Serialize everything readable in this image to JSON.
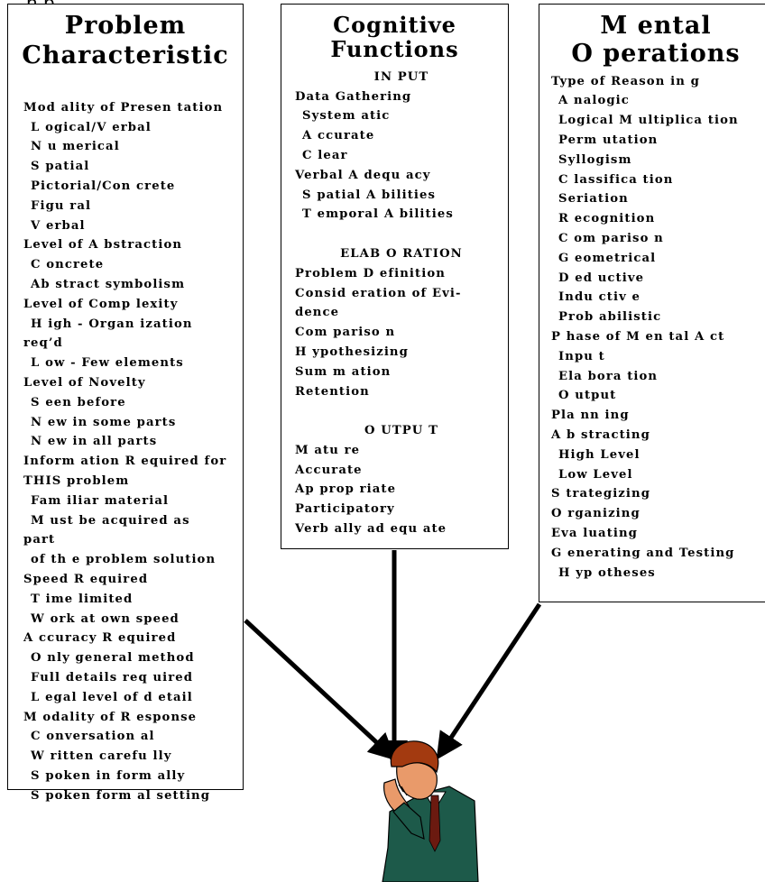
{
  "top_label": "n.p",
  "columns": [
    {
      "title_line1": "Problem",
      "title_line2": "Characteristic",
      "items": [
        {
          "t": "Mod ality of Presen tation",
          "lvl": 0
        },
        {
          "t": "L ogical/V erbal",
          "lvl": 1
        },
        {
          "t": "N u merical",
          "lvl": 1
        },
        {
          "t": "S patial",
          "lvl": 1
        },
        {
          "t": "Pictorial/Con crete",
          "lvl": 1
        },
        {
          "t": "Figu ral",
          "lvl": 1
        },
        {
          "t": "V erbal",
          "lvl": 1
        },
        {
          "t": "Level of A bstraction",
          "lvl": 0
        },
        {
          "t": "C oncrete",
          "lvl": 1
        },
        {
          "t": "Ab stract symbolism",
          "lvl": 1
        },
        {
          "t": "Level of Comp lexity",
          "lvl": 0
        },
        {
          "t": "H igh - Organ ization",
          "lvl": 1
        },
        {
          "t": "req’d",
          "lvl": 0
        },
        {
          "t": "L ow - Few elements",
          "lvl": 1
        },
        {
          "t": "Level of Novelty",
          "lvl": 0
        },
        {
          "t": "S een before",
          "lvl": 1
        },
        {
          "t": "N ew in some parts",
          "lvl": 1
        },
        {
          "t": "N ew in all parts",
          "lvl": 1
        },
        {
          "t": "Inform ation R equired for",
          "lvl": 0
        },
        {
          "t": "THIS problem",
          "lvl": 0
        },
        {
          "t": "Fam iliar material",
          "lvl": 1
        },
        {
          "t": "M ust be acquired as",
          "lvl": 1
        },
        {
          "t": "part",
          "lvl": 0
        },
        {
          "t": "of th e problem solution",
          "lvl": 1
        },
        {
          "t": "Speed R equired",
          "lvl": 0
        },
        {
          "t": "T ime limited",
          "lvl": 1
        },
        {
          "t": "W ork at own speed",
          "lvl": 1
        },
        {
          "t": "A ccuracy R equired",
          "lvl": 0
        },
        {
          "t": "O nly general method",
          "lvl": 1
        },
        {
          "t": "Full details req uired",
          "lvl": 1
        },
        {
          "t": "L egal level of d etail",
          "lvl": 1
        },
        {
          "t": "M odality of R esponse",
          "lvl": 0
        },
        {
          "t": "C onversation al",
          "lvl": 1
        },
        {
          "t": "W ritten carefu lly",
          "lvl": 1
        },
        {
          "t": "S poken in form ally",
          "lvl": 1
        },
        {
          "t": "S poken form al setting",
          "lvl": 1
        }
      ]
    },
    {
      "title_line1": "Cognitive",
      "title_line2": "Functions",
      "items": [
        {
          "t": "IN PUT",
          "lvl": "h"
        },
        {
          "t": "Data Gathering",
          "lvl": 0
        },
        {
          "t": "System atic",
          "lvl": 1
        },
        {
          "t": "A ccurate",
          "lvl": 1
        },
        {
          "t": "C lear",
          "lvl": 1
        },
        {
          "t": "Verbal A dequ acy",
          "lvl": 0
        },
        {
          "t": "S patial A bilities",
          "lvl": 1
        },
        {
          "t": "T emporal A bilities",
          "lvl": 1
        },
        {
          "t": "",
          "lvl": "gap"
        },
        {
          "t": "ELAB O RATION",
          "lvl": "h"
        },
        {
          "t": "Problem D efinition",
          "lvl": 0
        },
        {
          "t": "Consid eration of Evi-",
          "lvl": 0
        },
        {
          "t": "dence",
          "lvl": 0
        },
        {
          "t": "Com pariso n",
          "lvl": 0
        },
        {
          "t": "H ypothesizing",
          "lvl": 0
        },
        {
          "t": "Sum m ation",
          "lvl": 0
        },
        {
          "t": "Retention",
          "lvl": 0
        },
        {
          "t": "",
          "lvl": "gap"
        },
        {
          "t": "O UTPU T",
          "lvl": "h"
        },
        {
          "t": "M atu re",
          "lvl": 0
        },
        {
          "t": "Accurate",
          "lvl": 0
        },
        {
          "t": "Ap prop riate",
          "lvl": 0
        },
        {
          "t": "Participatory",
          "lvl": 0
        },
        {
          "t": "Verb ally ad equ ate",
          "lvl": 0
        }
      ]
    },
    {
      "title_line1": "M ental",
      "title_line2": "O perations",
      "items": [
        {
          "t": "Type of Reason in g",
          "lvl": 0
        },
        {
          "t": "A nalogic",
          "lvl": 1
        },
        {
          "t": "Logical M ultiplica tion",
          "lvl": 1
        },
        {
          "t": "Perm utation",
          "lvl": 1
        },
        {
          "t": "Syllogism",
          "lvl": 1
        },
        {
          "t": "C lassifica tion",
          "lvl": 1
        },
        {
          "t": "Seriation",
          "lvl": 1
        },
        {
          "t": "R ecognition",
          "lvl": 1
        },
        {
          "t": "C om pariso n",
          "lvl": 1
        },
        {
          "t": "G eometrical",
          "lvl": 1
        },
        {
          "t": "D ed uctive",
          "lvl": 1
        },
        {
          "t": "Indu ctiv e",
          "lvl": 1
        },
        {
          "t": "Prob abilistic",
          "lvl": 1
        },
        {
          "t": "P hase of M en tal A ct",
          "lvl": 0
        },
        {
          "t": "Inpu t",
          "lvl": 1
        },
        {
          "t": "Ela bora tion",
          "lvl": 1
        },
        {
          "t": "O utput",
          "lvl": 1
        },
        {
          "t": "Pla nn ing",
          "lvl": 0
        },
        {
          "t": "A b stracting",
          "lvl": 0
        },
        {
          "t": "High Level",
          "lvl": 1
        },
        {
          "t": "Low Level",
          "lvl": 1
        },
        {
          "t": "S trategizing",
          "lvl": 0
        },
        {
          "t": "O rganizing",
          "lvl": 0
        },
        {
          "t": "Eva luating",
          "lvl": 0
        },
        {
          "t": "G enerating and Testing",
          "lvl": 0
        },
        {
          "t": "H yp otheses",
          "lvl": 1
        }
      ]
    }
  ],
  "colors": {
    "suit": "#1d5a4a",
    "skin": "#e99a6a",
    "hair": "#a33a10",
    "arrow": "#000000"
  }
}
